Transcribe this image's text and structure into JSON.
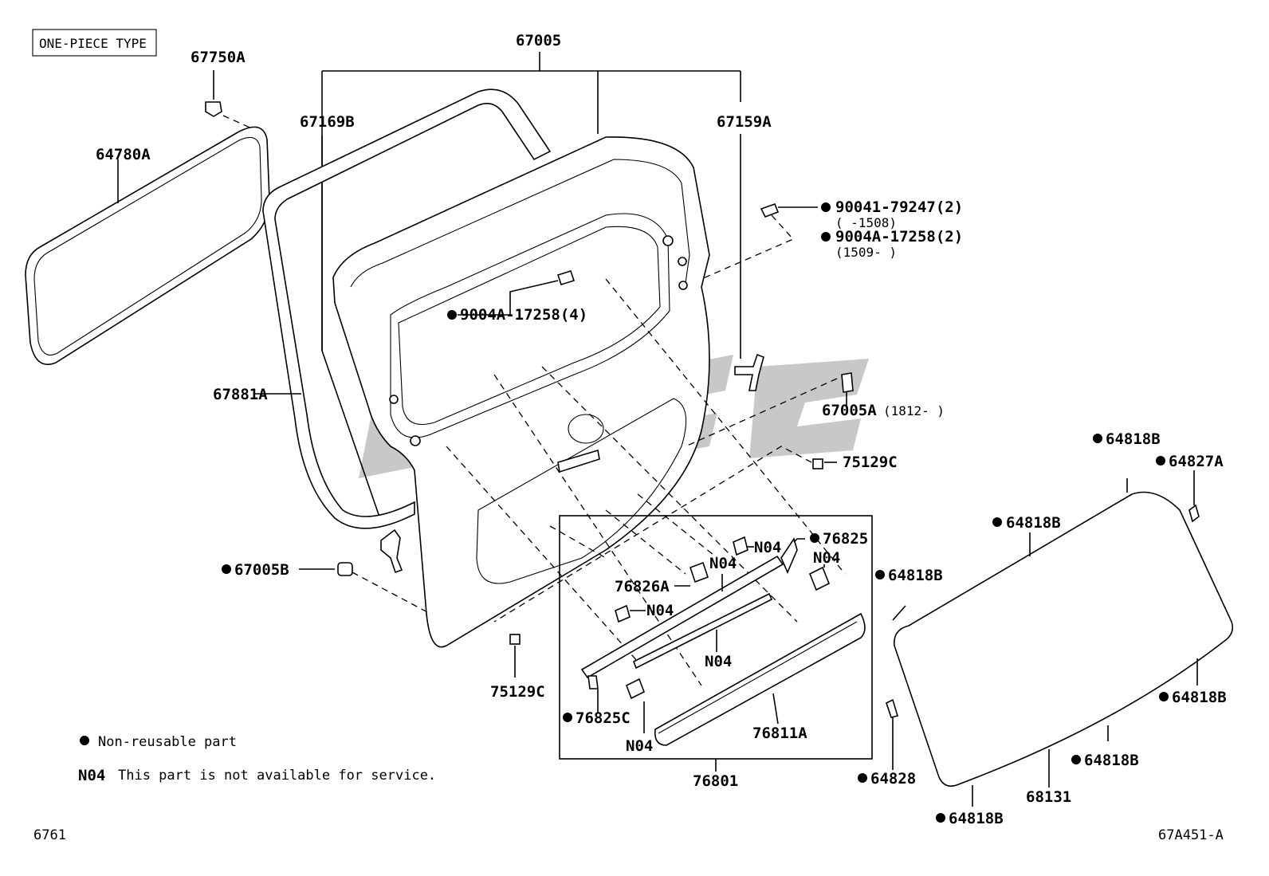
{
  "header": {
    "box_label": "ONE-PIECE TYPE"
  },
  "parts": {
    "p67750A": "67750A",
    "p64780A": "64780A",
    "p67005": "67005",
    "p67169B": "67169B",
    "p67159A": "67159A",
    "p90041_79247": "90041-79247(2)",
    "p90041_range": "(      -1508)",
    "p9004A_17258_2": "9004A-17258(2)",
    "p9004A_range": "(1509-      )",
    "p9004A_17258_4": "9004A-17258(4)",
    "p67881A": "67881A",
    "p67005A": "67005A",
    "p67005A_range": "(1812-      )",
    "p75129C_right": "75129C",
    "p64818B_1": "64818B",
    "p64827A": "64827A",
    "p64818B_2": "64818B",
    "p76825": "76825",
    "n04_a": "N04",
    "n04_b": "N04",
    "n04_c": "N04",
    "p64818B_3": "64818B",
    "p67005B": "67005B",
    "p76826A": "76826A",
    "n04_d": "N04",
    "n04_e": "N04",
    "p75129C_bottom": "75129C",
    "p76825C": "76825C",
    "p76811A": "76811A",
    "n04_f": "N04",
    "p64818B_4": "64818B",
    "p64818B_5": "64818B",
    "p64828": "64828",
    "p68131": "68131",
    "p64818B_6": "64818B",
    "p76801": "76801"
  },
  "legend": {
    "non_reusable": "Non-reusable part",
    "n04_code": "N04",
    "n04_text": "This part is not available for service."
  },
  "footer": {
    "page_code": "6761",
    "diagram_code": "67A451-A"
  }
}
